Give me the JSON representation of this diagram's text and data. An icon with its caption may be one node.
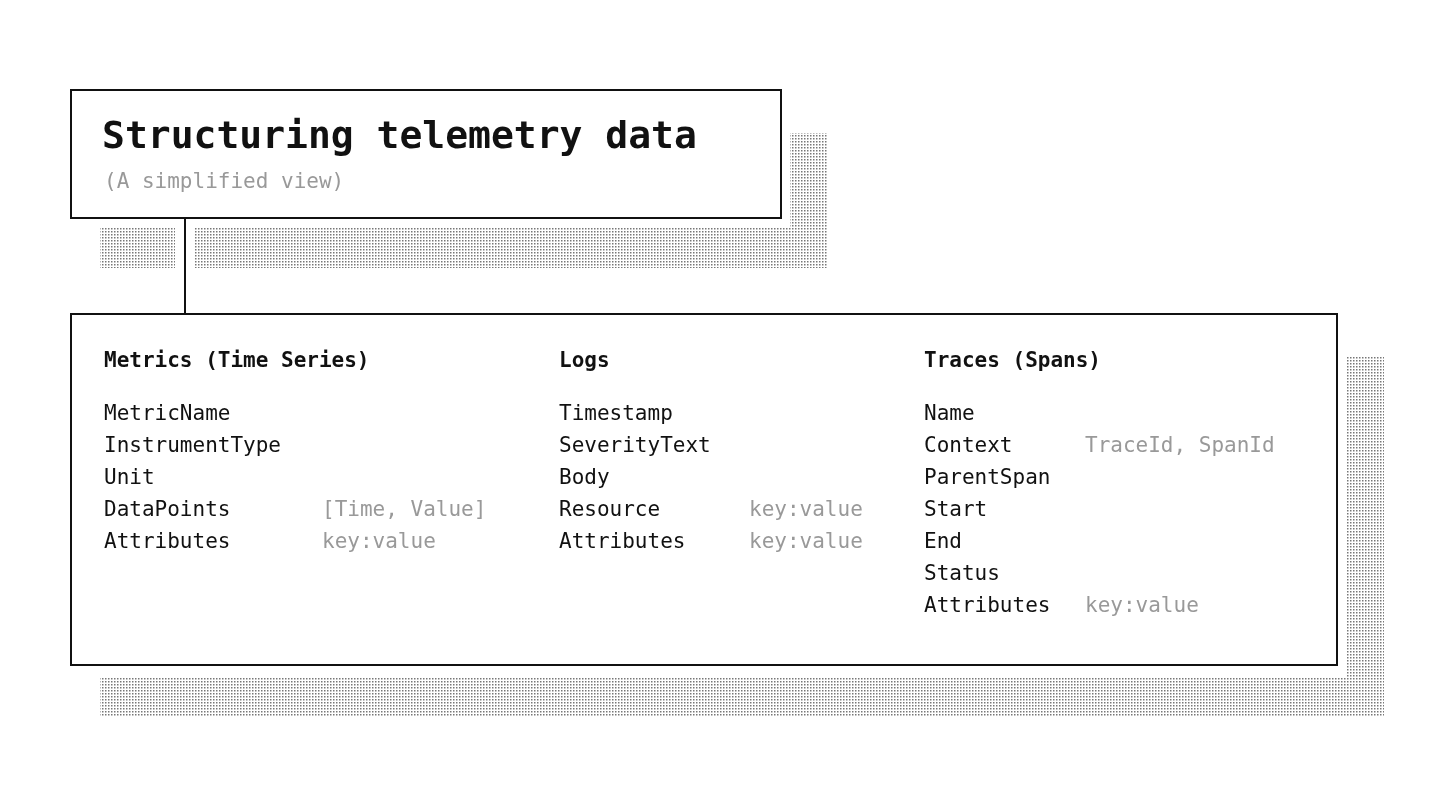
{
  "diagram": {
    "nodes": [
      {
        "text": [
          "Structuring telemetry data",
          "(A simplified view)"
        ]
      },
      {
        "text": [
          "Metrics (Time Series)",
          "MetricName",
          "InstrumentType",
          "Unit",
          "DataPoints",
          "[Time, Value]",
          "Attributes",
          "key:value",
          "Logs",
          "Timestamp",
          "SeverityText",
          "Body",
          "Resource",
          "key:value",
          "Attributes",
          "key:value",
          "Traces (Spans)",
          "Name",
          "Context",
          "TraceId, SpanId",
          "ParentSpan",
          "Start",
          "End",
          "Status",
          "Attributes",
          "key:value"
        ]
      }
    ],
    "edges": [
      {
        "from": 0,
        "to": 1,
        "arrow": "none"
      }
    ]
  }
}
